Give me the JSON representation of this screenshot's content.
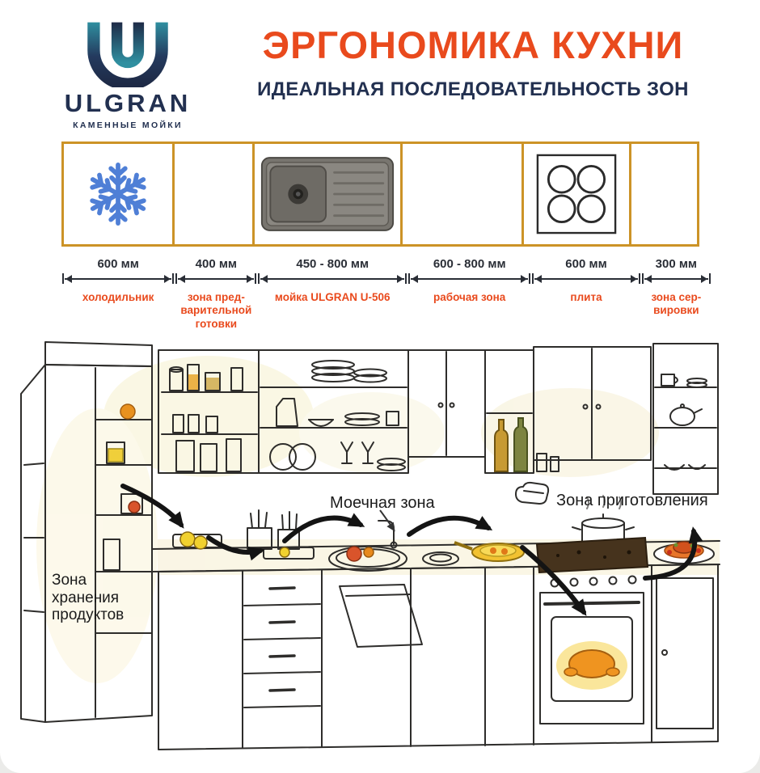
{
  "brand": {
    "name": "ULGRAN",
    "tagline": "КАМЕННЫЕ МОЙКИ"
  },
  "header": {
    "title": "ЭРГОНОМИКА КУХНИ",
    "subtitle": "ИДЕАЛЬНАЯ ПОСЛЕДОВАТЕЛЬНОСТЬ ЗОН"
  },
  "zones": [
    {
      "id": "fridge",
      "icon": "snowflake-icon",
      "width_label": "600 мм",
      "name": "холодильник"
    },
    {
      "id": "prep",
      "icon": "",
      "width_label": "400 мм",
      "name": "зона пред-\nварительной\nготовки"
    },
    {
      "id": "sink",
      "icon": "sink-image",
      "width_label": "450 - 800  мм",
      "name": "мойка ULGRAN U-506"
    },
    {
      "id": "work",
      "icon": "",
      "width_label": "600 - 800 мм",
      "name": "рабочая зона"
    },
    {
      "id": "stove",
      "icon": "cooktop-icon",
      "width_label": "600 мм",
      "name": "плита"
    },
    {
      "id": "serve",
      "icon": "",
      "width_label": "300 мм",
      "name": "зона сер-\nвировки"
    }
  ],
  "illustration": {
    "storage_label": "Зона\nхранения\nпродуктов",
    "washing_label": "Моечная зона",
    "cooking_label": "Зона приготовления"
  },
  "colors": {
    "accent": "#e94a1d",
    "navy": "#223050",
    "zone_border_gold": "#cc9327",
    "snowflake_blue": "#4f7fd6"
  }
}
